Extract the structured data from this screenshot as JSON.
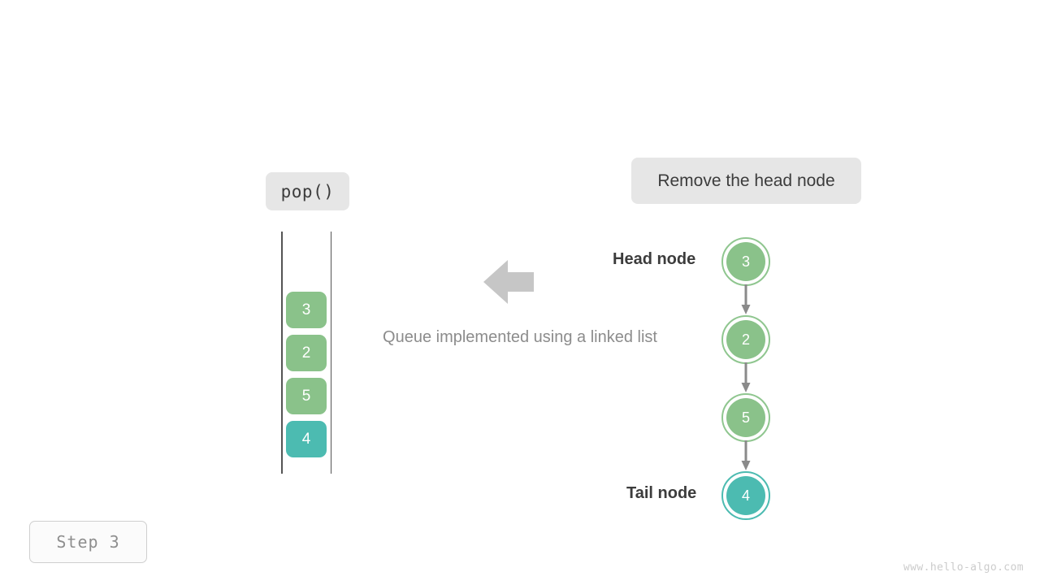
{
  "colors": {
    "green": "#8ac28a",
    "green_ring": "#8fc68f",
    "teal": "#4cbbb1",
    "teal_ring": "#4cbbb1",
    "badge_bg": "#e6e6e6",
    "arrow_gray": "#c6c6c6",
    "link_gray": "#8a8a8a",
    "rail": "#555555",
    "caption_text": "#8c8c8c",
    "watermark_text": "#cccccc"
  },
  "operation_badge": {
    "label": "pop()",
    "icon": "code-pill-icon"
  },
  "action_badge": {
    "label": "Remove the head node"
  },
  "caption": {
    "text": "Queue implemented using a linked list"
  },
  "transfer_arrow": {
    "icon": "arrow-left-icon",
    "direction": "left"
  },
  "queue": {
    "name": "queue-container",
    "cells": [
      {
        "value": "3",
        "color": "#8ac28a",
        "highlight": false
      },
      {
        "value": "2",
        "color": "#8ac28a",
        "highlight": false
      },
      {
        "value": "5",
        "color": "#8ac28a",
        "highlight": false
      },
      {
        "value": "4",
        "color": "#4cbbb1",
        "highlight": true
      }
    ]
  },
  "linked_list": {
    "head_label": "Head node",
    "tail_label": "Tail node",
    "nodes": [
      {
        "value": "3",
        "color": "#8ac28a",
        "ring": "#8fc68f",
        "role": "head"
      },
      {
        "value": "2",
        "color": "#8ac28a",
        "ring": "#8fc68f",
        "role": "middle"
      },
      {
        "value": "5",
        "color": "#8ac28a",
        "ring": "#8fc68f",
        "role": "middle"
      },
      {
        "value": "4",
        "color": "#4cbbb1",
        "ring": "#4cbbb1",
        "role": "tail"
      }
    ]
  },
  "step_badge": {
    "label": "Step 3"
  },
  "watermark": {
    "text": "www.hello-algo.com"
  }
}
